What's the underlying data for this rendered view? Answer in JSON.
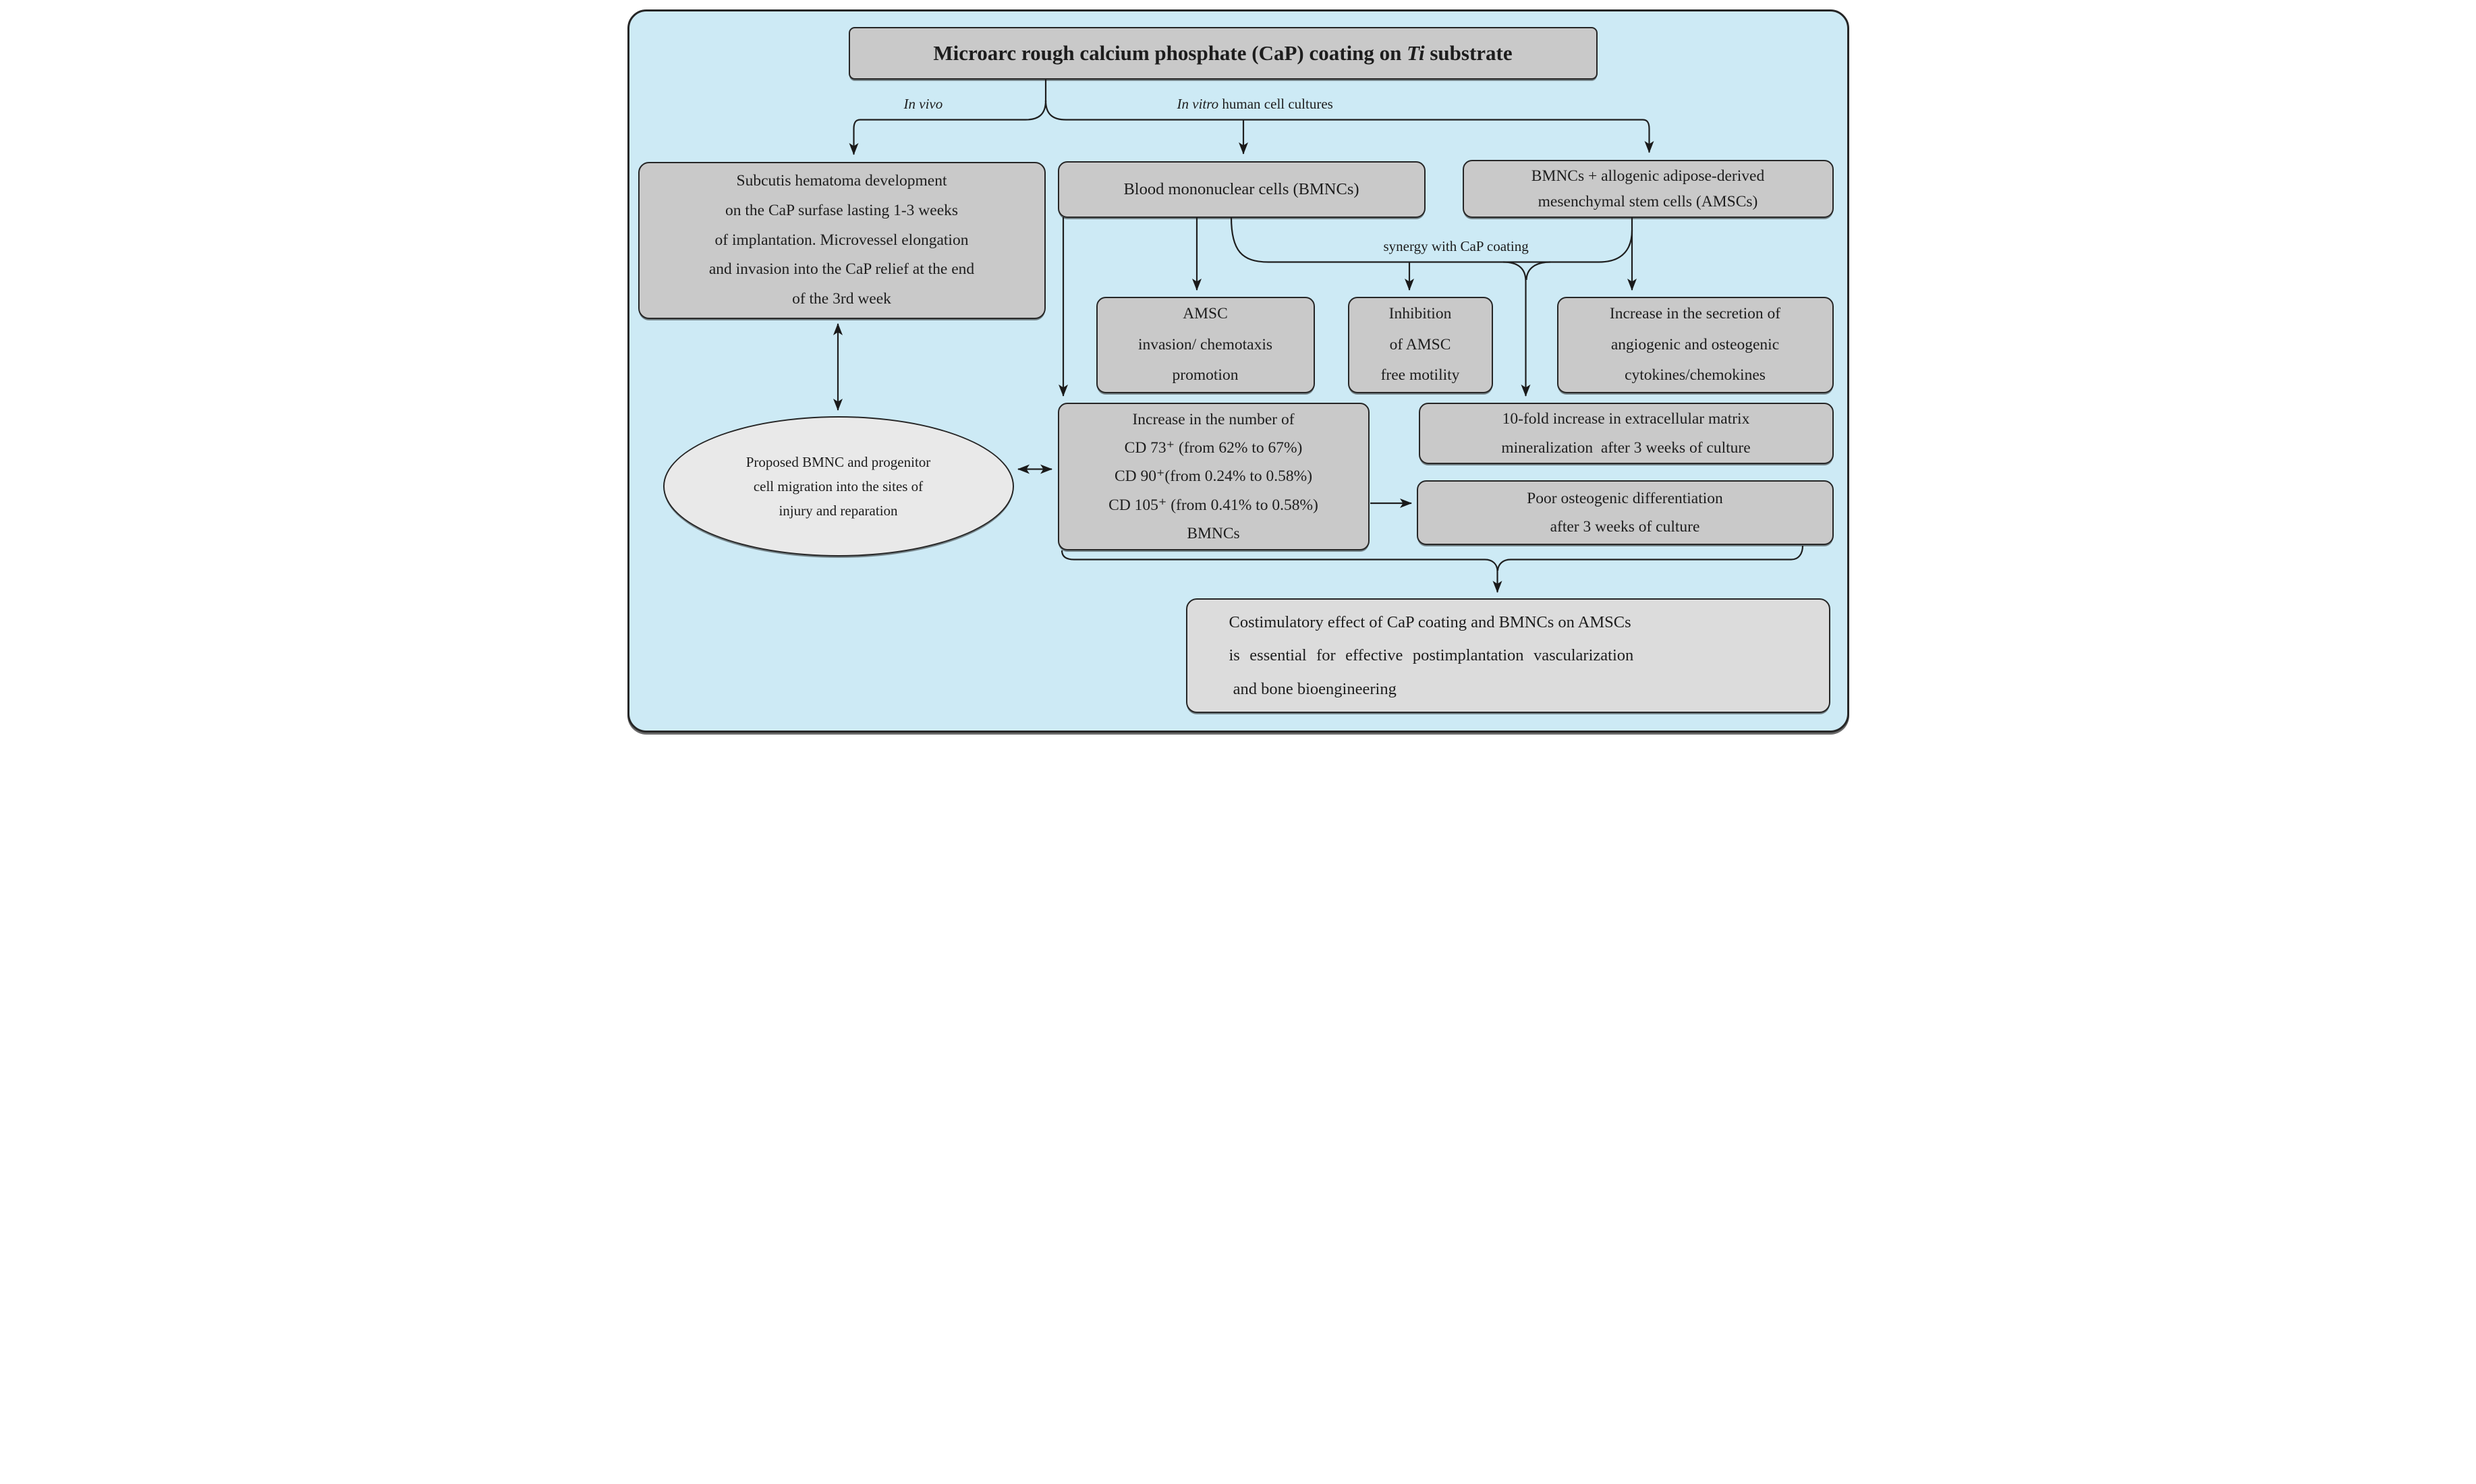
{
  "palette": {
    "canvas_bg": "#cdeaf5",
    "box_fill": "#c9c9c9",
    "ellipse_fill": "#e9e9e9",
    "conclusion_fill": "#dcdcdc",
    "border": "#262626",
    "line": "#1f1f1f",
    "text": "#1d1d1d"
  },
  "title": {
    "prefix": "Microarc rough calcium phosphate (CaP) coating on ",
    "italic": "Ti",
    "suffix": " substrate"
  },
  "branch_labels": {
    "in_vivo": "In vivo",
    "in_vitro_italic": "In vitro",
    "in_vitro_rest": " human cell cultures",
    "synergy": "synergy with CaP coating"
  },
  "nodes": {
    "subcutis": {
      "lines": [
        "Subcutis hematoma development",
        "on the CaP surfase lasting 1-3 weeks",
        "of implantation. Microvessel elongation",
        "and invasion into the CaP relief at the end",
        "of the 3rd week"
      ]
    },
    "bmnc": {
      "lines": [
        "Blood mononuclear cells (BMNCs)"
      ]
    },
    "bmnc_amsc": {
      "lines": [
        "BMNCs + allogenic adipose-derived",
        "mesenchymal stem cells (AMSCs)"
      ]
    },
    "invasion": {
      "lines": [
        "AMSC",
        "invasion/ chemotaxis",
        "promotion"
      ]
    },
    "inhibition": {
      "lines": [
        "Inhibition",
        "of AMSC",
        "free motility"
      ]
    },
    "secretion": {
      "lines": [
        "Increase in the secretion of",
        "angiogenic and osteogenic",
        "cytokines/chemokines"
      ]
    },
    "cd_counts": {
      "lines": [
        "Increase in the number of",
        "CD 73⁺ (from 62% to 67%)",
        "CD 90⁺(from 0.24% to 0.58%)",
        "CD 105⁺ (from 0.41% to 0.58%)",
        "BMNCs"
      ]
    },
    "tenfold": {
      "lines": [
        "10-fold increase in extracellular matrix",
        "mineralization  after 3 weeks of culture"
      ]
    },
    "poor": {
      "lines": [
        "Poor osteogenic differentiation",
        "after 3 weeks of culture"
      ]
    },
    "migration": {
      "lines": [
        "Proposed BMNC and progenitor",
        "cell migration into the sites of",
        "injury and reparation"
      ]
    },
    "conclusion": {
      "lines": [
        "Costimulatory effect of CaP coating and BMNCs on AMSCs",
        "is essential for effective postimplantation vascularization",
        " and bone bioengineering"
      ]
    }
  }
}
